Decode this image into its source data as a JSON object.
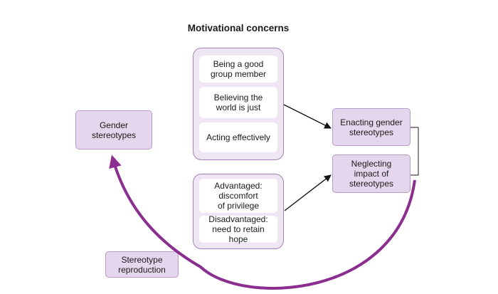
{
  "title": "Motivational concerns",
  "gender_stereotypes": "Gender\nstereotypes",
  "motivational_concerns": [
    "Being a good\ngroup member",
    "Believing the\nworld is just",
    "Acting effectively"
  ],
  "privilege_concerns": [
    "Advantaged:\ndiscomfort\nof privilege",
    "Disadvantaged:\nneed to retain hope"
  ],
  "enacting": "Enacting gender\nstereotypes",
  "neglecting": "Neglecting\nimpact of\nstereotypes",
  "reproduction": "Stereotype\nreproduction",
  "colors": {
    "box_fill": "#e4d6ec",
    "group_fill": "#efe6f3",
    "border": "#a583b8",
    "cycle_arrow": "#8a2f8f",
    "arrow": "#111111"
  }
}
